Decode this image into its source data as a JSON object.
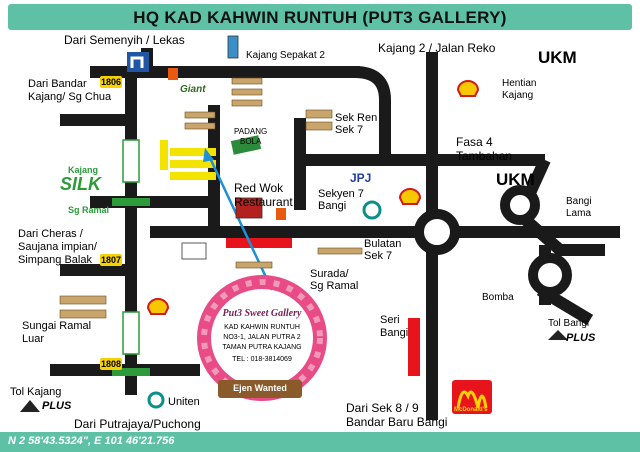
{
  "title": "HQ KAD KAHWIN RUNTUH (PUT3 GALLERY)",
  "labels": {
    "semenyih": "Dari Semenyih / Lekas",
    "kajang_sepakat": "Kajang Sepakat 2",
    "kajang2": "Kajang 2 / Jalan Reko",
    "ukm_top": "UKM",
    "bandar_kajang_1": "Dari Bandar",
    "bandar_kajang_2": "Kajang/ Sg Chua",
    "giant": "Giant",
    "sek_ren_1": "Sek Ren",
    "sek_ren_2": "Sek 7",
    "hentian_1": "Hentian",
    "hentian_2": "Kajang",
    "padang_1": "PADANG",
    "padang_2": "BOLA",
    "fasa_1": "Fasa 4",
    "fasa_2": "Tambahan",
    "jpj": "JPJ",
    "ukm_mid": "UKM",
    "red_wok_1": "Red Wok",
    "red_wok_2": "Restaurant",
    "sekyen_1": "Sekyen 7",
    "sekyen_2": "Bangi",
    "kajang_silk": "Kajang",
    "sg_ramal": "Sg Ramal",
    "bangi_lama_1": "Bangi",
    "bangi_lama_2": "Lama",
    "cheras_1": "Dari Cheras /",
    "cheras_2": "Saujana impian/",
    "cheras_3": "Simpang Balak",
    "bulatan_1": "Bulatan",
    "bulatan_2": "Sek 7",
    "surada_1": "Surada/",
    "surada_2": "Sg Ramal",
    "bomba": "Bomba",
    "sungai_1": "Sungai Ramal",
    "sungai_2": "Luar",
    "seri_1": "Seri",
    "seri_2": "Bangi",
    "tol_bangi": "Tol Bangi",
    "plus_right": "PLUS",
    "tol_kajang": "Tol Kajang",
    "plus_left": "PLUS",
    "uniten": "Uniten",
    "putrajaya": "Dari Putrajaya/Puchong",
    "sek89_1": "Dari Sek 8 / 9",
    "sek89_2": "Bandar Baru Bangi",
    "mcd": "McDonald's",
    "silk": "SILK"
  },
  "badges": {
    "b1806": "1806",
    "b1807": "1807",
    "b1808": "1808"
  },
  "card": {
    "title": "Put3 Sweet Gallery",
    "line1": "KAD KAHWIN RUNTUH",
    "line2": "NO3-1, JALAN PUTRA 2",
    "line3": "TAMAN PUTRA KAJANG",
    "line4": "TEL : 018-3814069",
    "ribbon": "Ejen Wanted"
  },
  "coords": "N 2 58'43.5324\", E 101 46'21.756",
  "colors": {
    "road": "#1a1a1a",
    "title_bar": "#5ec1a6",
    "red_block": "#e8141c",
    "yellow_block": "#f3e400",
    "arrow": "#1f8fd6"
  }
}
